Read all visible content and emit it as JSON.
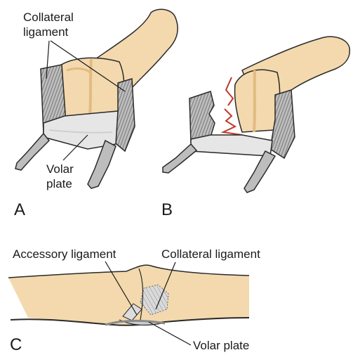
{
  "labels": {
    "a_collateral_line1": "Collateral",
    "a_collateral_line2": "ligament",
    "a_volar_line1": "Volar",
    "a_volar_line2": "plate",
    "c_accessory": "Accessory ligament",
    "c_collateral": "Collateral ligament",
    "c_volar": "Volar plate"
  },
  "panels": {
    "a": "A",
    "b": "B",
    "c": "C"
  },
  "colors": {
    "bone": "#f3d9ad",
    "bone_shade": "#e2bb82",
    "ligament": "#9a9a9a",
    "ligament_light": "#c9c9c9",
    "plate": "#e6e6e6",
    "outline": "#2a2a2a",
    "tear": "#c0392b"
  }
}
